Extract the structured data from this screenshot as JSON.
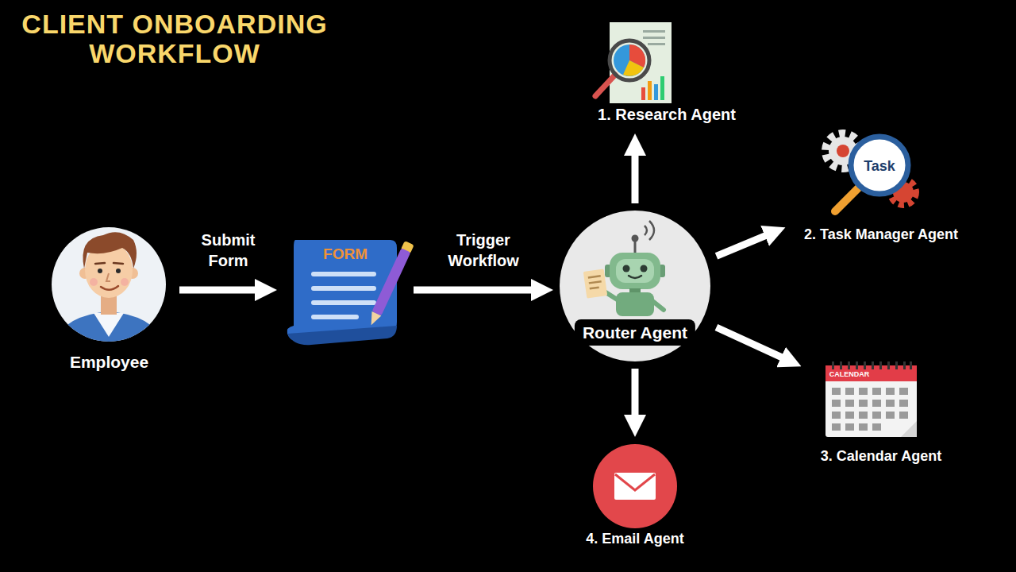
{
  "diagram": {
    "title": "CLIENT ONBOARDING WORKFLOW",
    "nodes": [
      {
        "text": [
          "Employee"
        ]
      },
      {
        "text": [
          "FORM"
        ]
      },
      {
        "text": [
          "Router Agent"
        ]
      },
      {
        "text": [
          "1. Research Agent"
        ]
      },
      {
        "text": [
          "Task",
          "2. Task Manager Agent"
        ]
      },
      {
        "text": [
          "CALENDAR",
          "3. Calendar Agent"
        ]
      },
      {
        "text": [
          "4. Email Agent"
        ]
      }
    ],
    "edges": [
      {
        "from": 0,
        "to": 1,
        "arrow": "to",
        "label": "Submit Form"
      },
      {
        "from": 1,
        "to": 2,
        "arrow": "to",
        "label": "Trigger Workflow"
      },
      {
        "from": 2,
        "to": 3,
        "arrow": "to"
      },
      {
        "from": 2,
        "to": 4,
        "arrow": "to"
      },
      {
        "from": 2,
        "to": 5,
        "arrow": "to"
      },
      {
        "from": 2,
        "to": 6,
        "arrow": "to"
      }
    ]
  }
}
